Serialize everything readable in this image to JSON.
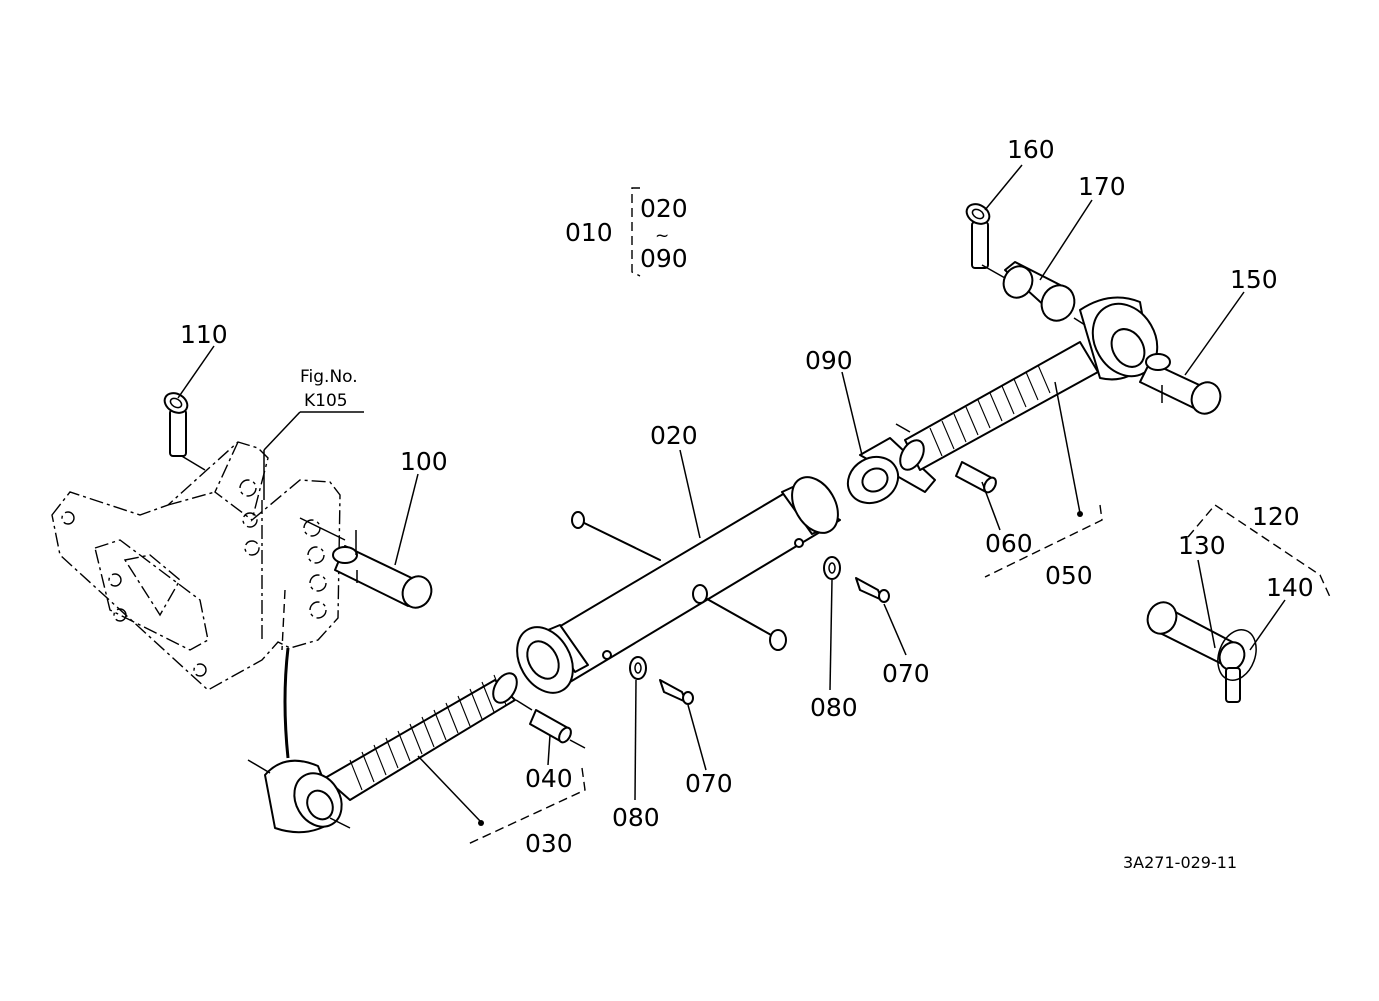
{
  "labels": {
    "p010": "010",
    "p020_range_start": "020",
    "range_mark": "~",
    "p090_range_end": "090",
    "p020": "020",
    "p030": "030",
    "p040": "040",
    "p050": "050",
    "p060": "060",
    "p070_a": "070",
    "p070_b": "070",
    "p080_a": "080",
    "p080_b": "080",
    "p090": "090",
    "p100": "100",
    "p110": "110",
    "p120": "120",
    "p130": "130",
    "p140": "140",
    "p150": "150",
    "p160": "160",
    "p170": "170"
  },
  "figure_ref": {
    "line1": "Fig.No.",
    "line2": "K105"
  },
  "drawing_code": "3A271-029-11"
}
